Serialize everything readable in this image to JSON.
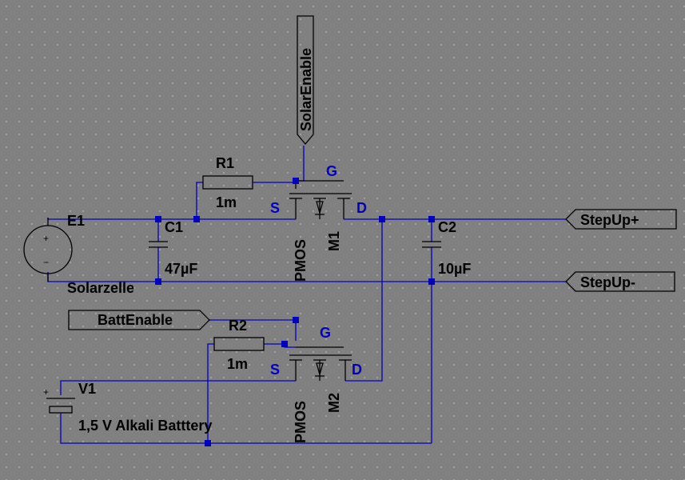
{
  "schematic": {
    "background_color": "#808080",
    "wire_color": "#0000c0",
    "component_color": "#000000",
    "components": {
      "E1": {
        "name": "E1",
        "value": "Solarzelle",
        "type": "voltage-source"
      },
      "C1": {
        "name": "C1",
        "value": "47µF",
        "type": "capacitor"
      },
      "R1": {
        "name": "R1",
        "value": "1m",
        "type": "resistor"
      },
      "M1": {
        "name": "M1",
        "model": "PMOS",
        "type": "pmos",
        "pins": {
          "gate": "G",
          "source": "S",
          "drain": "D"
        }
      },
      "C2": {
        "name": "C2",
        "value": "10µF",
        "type": "capacitor"
      },
      "R2": {
        "name": "R2",
        "value": "1m",
        "type": "resistor"
      },
      "M2": {
        "name": "M2",
        "model": "PMOS",
        "type": "pmos",
        "pins": {
          "gate": "G",
          "source": "S",
          "drain": "D"
        }
      },
      "V1": {
        "name": "V1",
        "value": "1,5 V Alkali Batttery",
        "type": "battery"
      }
    },
    "net_labels": {
      "solar_enable": "SolarEnable",
      "batt_enable": "BattEnable",
      "stepup_plus": "StepUp+",
      "stepup_minus": "StepUp-"
    },
    "polarity": {
      "plus": "+",
      "minus": "−"
    }
  }
}
